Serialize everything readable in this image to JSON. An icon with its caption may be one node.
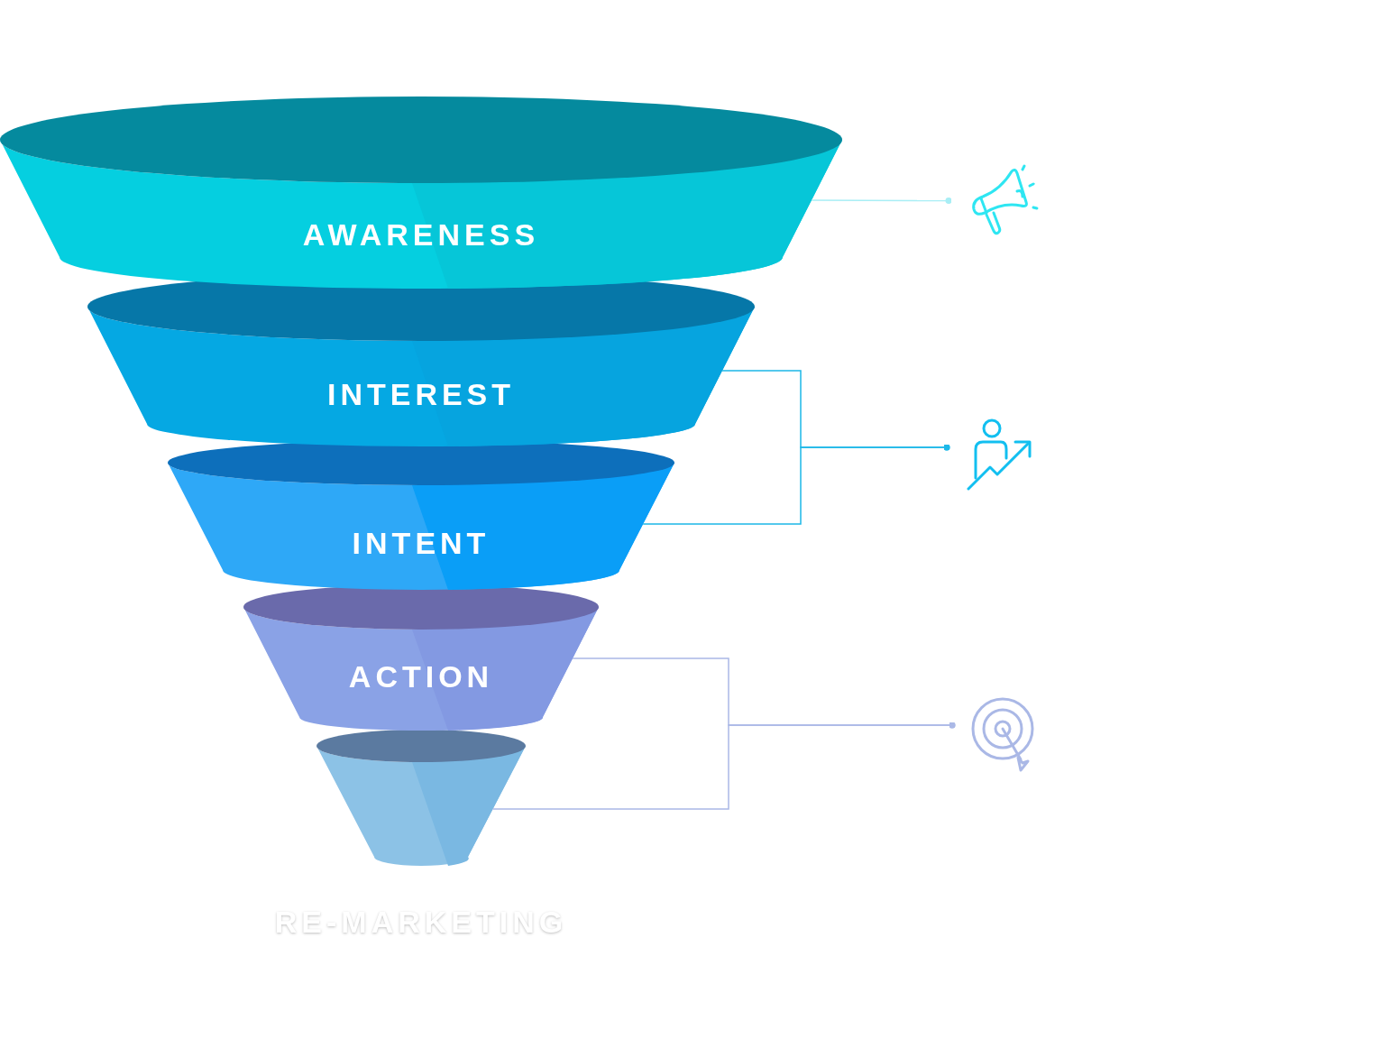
{
  "diagram": {
    "nodes": [
      {
        "text": [
          "AWARENESS"
        ]
      },
      {
        "text": [
          "INTEREST"
        ]
      },
      {
        "text": [
          "INTENT"
        ]
      },
      {
        "text": [
          "ACTION"
        ]
      },
      {
        "text": [
          "RE-MARKETING"
        ]
      },
      {
        "text": [],
        "shape": "megaphone"
      },
      {
        "text": [],
        "shape": "person"
      },
      {
        "text": [],
        "shape": "target"
      }
    ],
    "edges": [
      {
        "from": 0,
        "to": 5,
        "arrow": "other",
        "color": "#a8eef5"
      },
      {
        "from": 1,
        "to": 6,
        "arrow": "other",
        "color": "#1cb8e8"
      },
      {
        "from": 2,
        "to": 6,
        "arrow": "other",
        "color": "#1cb8e8"
      },
      {
        "from": 3,
        "to": 7,
        "arrow": "other",
        "color": "#aab8e6"
      },
      {
        "from": 4,
        "to": 7,
        "arrow": "other",
        "color": "#aab8e6"
      }
    ]
  }
}
